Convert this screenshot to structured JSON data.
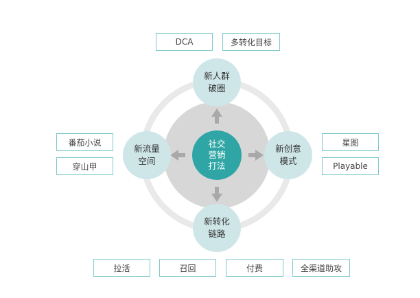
{
  "center": {
    "lines": [
      "社交",
      "营销",
      "打法"
    ],
    "color": "#2fa6a5"
  },
  "nodes": {
    "top": {
      "lines": [
        "新人群",
        "破圈"
      ]
    },
    "right": {
      "lines": [
        "新创意",
        "模式"
      ]
    },
    "bottom": {
      "lines": [
        "新转化",
        "链路"
      ]
    },
    "left": {
      "lines": [
        "新流量",
        "空间"
      ]
    }
  },
  "boxes": {
    "top": [
      "DCA",
      "多转化目标"
    ],
    "right": [
      "星图",
      "Playable"
    ],
    "left": [
      "番茄小说",
      "穿山甲"
    ],
    "bottom": [
      "拉活",
      "召回",
      "付费",
      "全渠道助攻"
    ]
  },
  "colors": {
    "box_border": "#7fc9cb",
    "node_fill": "#cfe6e8",
    "ring": "#e9e9ea",
    "inner_disc": "#d7d7d8",
    "arrow": "#a9a9aa"
  }
}
